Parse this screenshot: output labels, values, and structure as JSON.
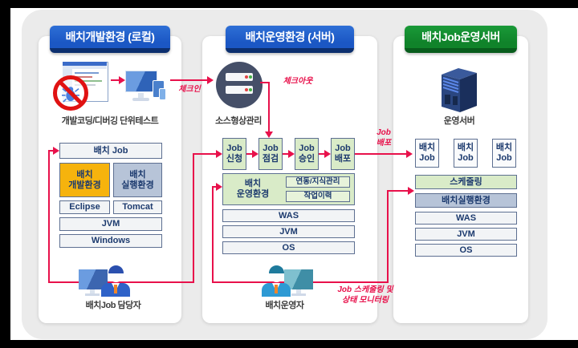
{
  "colors": {
    "arrow_red": "#e8114b",
    "header_blue": "#1b57c4",
    "header_green": "#10832a",
    "box_orange": "#f6b30d",
    "box_bluegray": "#b7c4d8",
    "box_green": "#d9ebc8",
    "canvas_gray": "#ebebeb"
  },
  "dev": {
    "title": "배치개발환경 (로컬)",
    "caption": "개발코딩/디버깅 단위테스트",
    "checkin_label": "체크인",
    "stack": {
      "batch_job": "배치 Job",
      "dev_env": "배치\n개발환경",
      "run_env": "배치\n실행환경",
      "eclipse": "Eclipse",
      "tomcat": "Tomcat",
      "jvm": "JVM",
      "os": "Windows"
    },
    "person": "배치Job 담당자"
  },
  "ops": {
    "title": "배치운영환경 (서버)",
    "scm_caption": "소스형상관리",
    "checkout_label": "체크아웃",
    "flow": [
      "Job\n신청",
      "Job\n점검",
      "Job\n승인",
      "Job\n배포"
    ],
    "env_box": "배치\n운영환경",
    "env_sub": [
      "연동/지식관리",
      "작업이력"
    ],
    "stack": [
      "WAS",
      "JVM",
      "OS"
    ],
    "person": "배치운영자",
    "monitor_label": "Job 스케줄링 및\n상태 모니터링",
    "deploy_label": "Job\n배포"
  },
  "server": {
    "title": "배치Job운영서버",
    "caption": "운영서버",
    "jobs": [
      "배치\nJob",
      "배치\nJob",
      "배치\nJob"
    ],
    "scheduling": "스케줄링",
    "run_env": "배치실행환경",
    "stack": [
      "WAS",
      "JVM",
      "OS"
    ]
  }
}
